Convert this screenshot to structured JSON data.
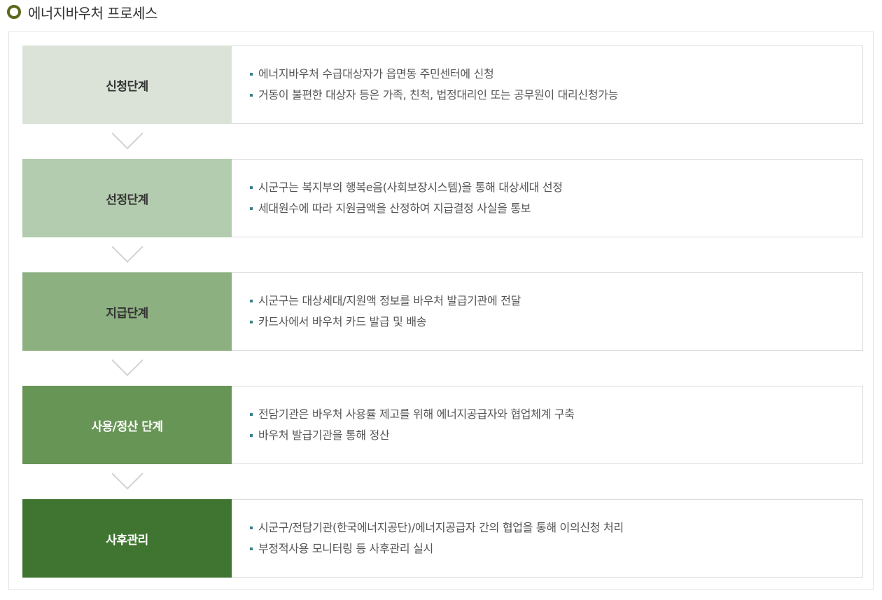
{
  "header": {
    "title": "에너지바우처 프로세스"
  },
  "colors": {
    "bullet_ring": "#5a6a1e",
    "item_square": "#3a7f8c",
    "arrow": "#d3d3d3"
  },
  "steps": [
    {
      "label": "신청단계",
      "bg": "#dbe3d8",
      "fg": "#333333",
      "items": [
        "에너지바우처 수급대상자가 읍면동 주민센터에 신청",
        "거동이 불편한 대상자 등은 가족, 친척, 법정대리인 또는 공무원이 대리신청가능"
      ]
    },
    {
      "label": "선정단계",
      "bg": "#b3cbae",
      "fg": "#333333",
      "items": [
        "시군구는 복지부의 행복e음(사회보장시스템)을 통해 대상세대 선정",
        "세대원수에 따라 지원금액을 산정하여 지급결정 사실을 통보"
      ]
    },
    {
      "label": "지급단계",
      "bg": "#8db081",
      "fg": "#333333",
      "items": [
        "시군구는 대상세대/지원액 정보를 바우처 발급기관에 전달",
        "카드사에서 바우처 카드 발급 및 배송"
      ]
    },
    {
      "label": "사용/정산 단계",
      "bg": "#679556",
      "fg": "#ffffff",
      "items": [
        "전담기관은 바우처 사용률 제고를 위해 에너지공급자와 협업체계 구축",
        "바우처 발급기관을 통해 정산"
      ]
    },
    {
      "label": "사후관리",
      "bg": "#3f7530",
      "fg": "#ffffff",
      "items": [
        "시군구/전담기관(한국에너지공단)/에너지공급자 간의 협업을 통해 이의신청 처리",
        "부정적사용 모니터링 등 사후관리 실시"
      ]
    }
  ]
}
